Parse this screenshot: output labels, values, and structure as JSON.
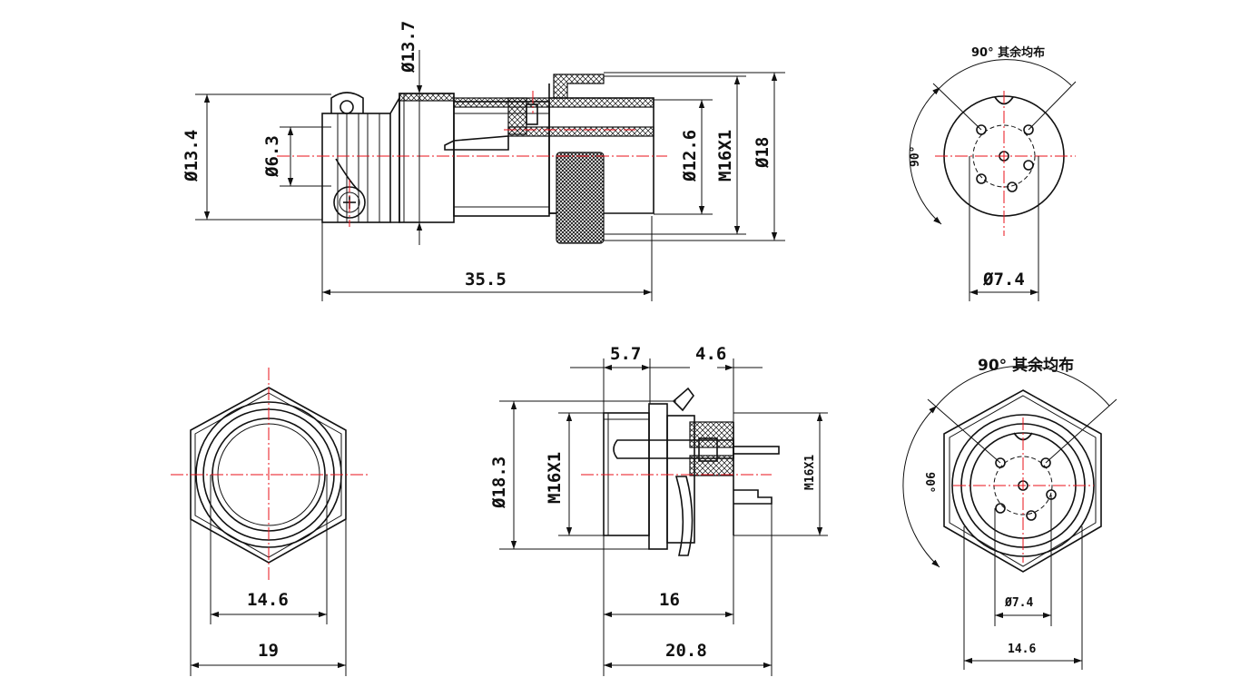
{
  "views": {
    "side_top": {
      "dims": {
        "d_13_7": "Ø13.7",
        "d_13_4": "Ø13.4",
        "d_6_3": "Ø6.3",
        "d_12_6": "Ø12.6",
        "m16": "M16X1",
        "d_18": "Ø18",
        "len_35_5": "35.5"
      }
    },
    "end_top": {
      "note": "90° 其余均布",
      "angle": "90°",
      "pin_circle": "Ø7.4"
    },
    "hex_front": {
      "inner": "14.6",
      "across": "19"
    },
    "side_bottom": {
      "d_5_7": "5.7",
      "d_4_6": "4.6",
      "d_18_3": "Ø18.3",
      "m16_left": "M16X1",
      "m16_right": "M16X1",
      "len_16": "16",
      "len_20_8": "20.8"
    },
    "end_bottom": {
      "note": "90° 其余均布",
      "angle": "90°",
      "pin_circle": "Ø7.4",
      "width": "14.6"
    }
  }
}
